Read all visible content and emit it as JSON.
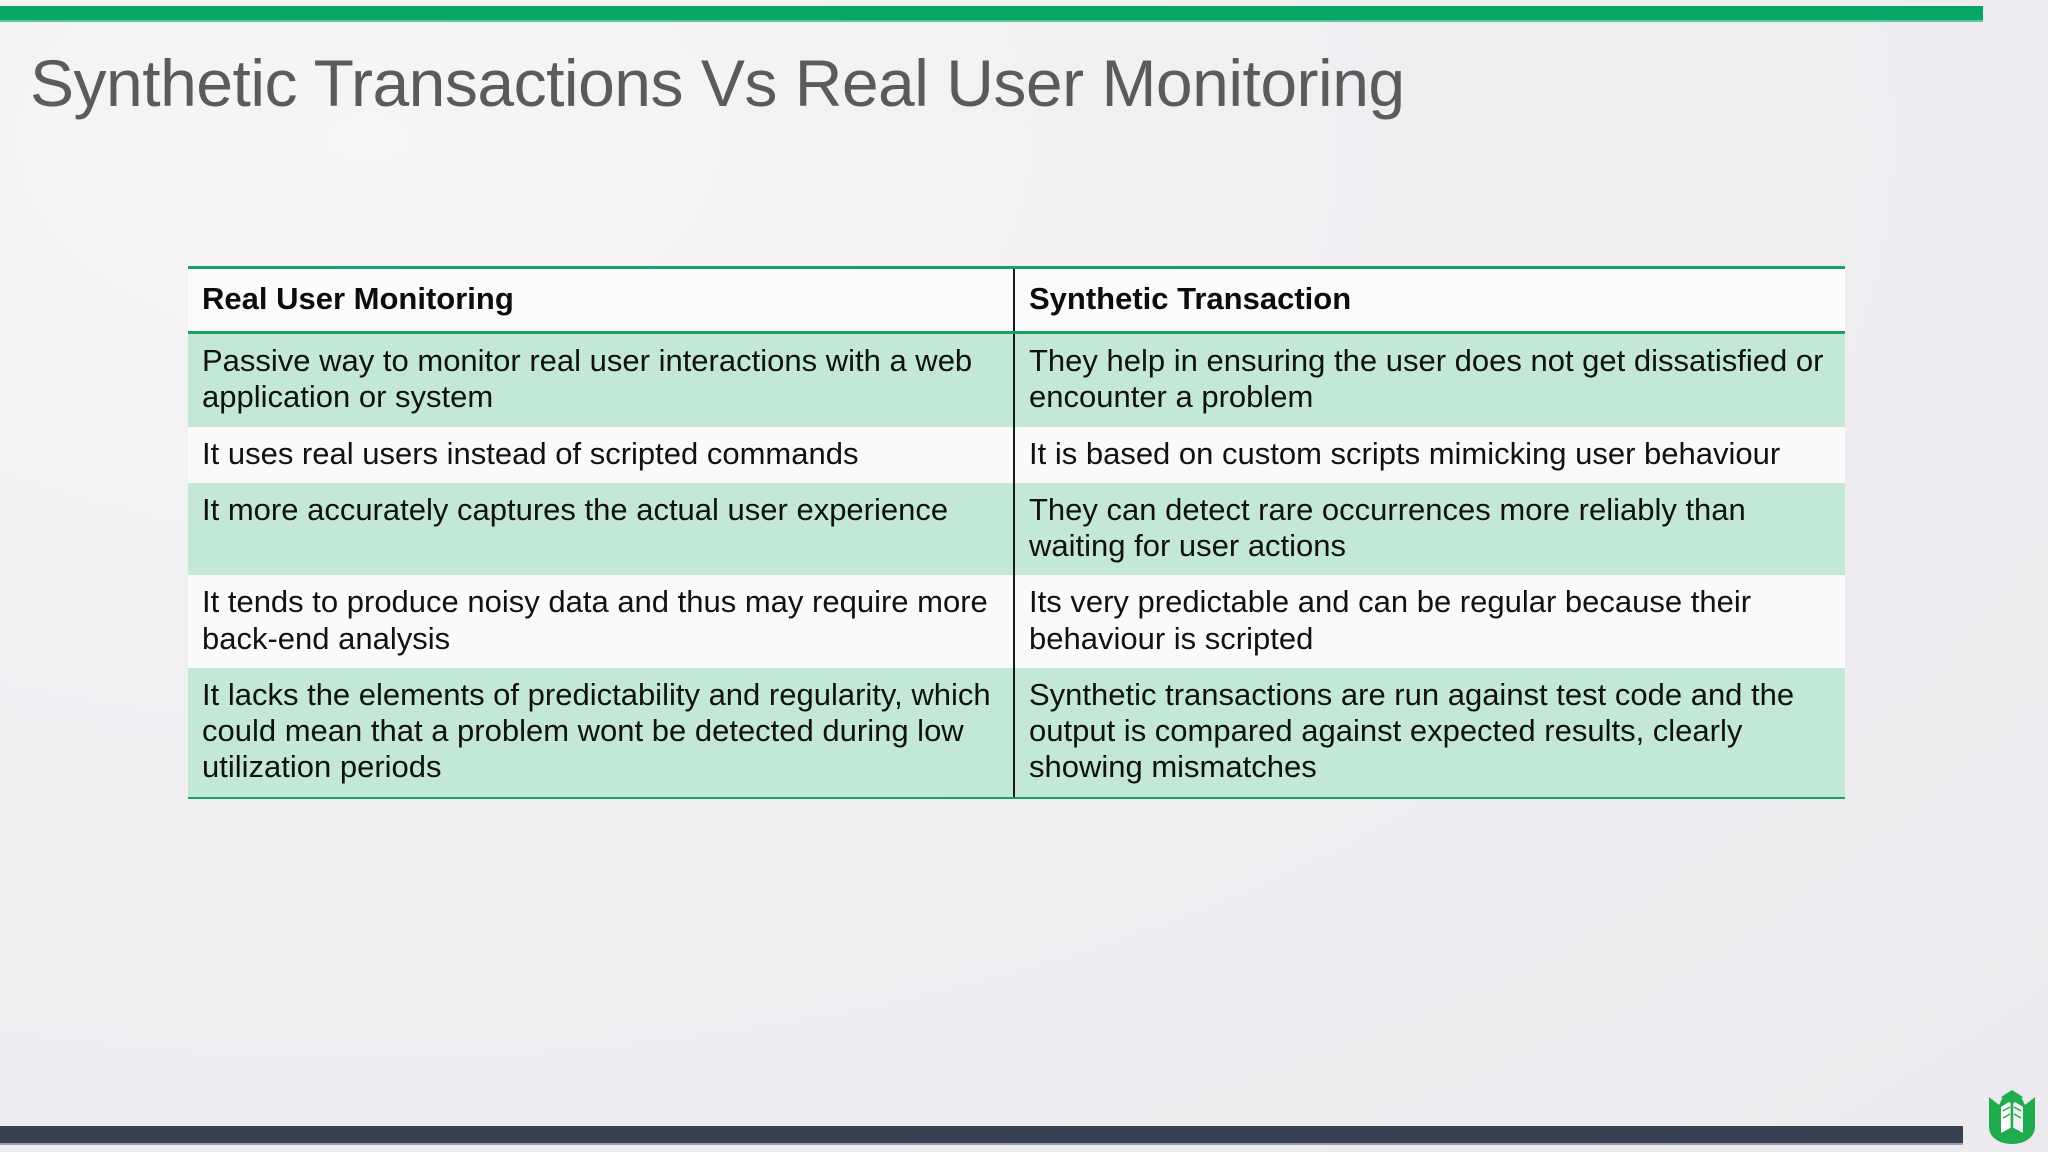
{
  "slide": {
    "title": "Synthetic Transactions Vs Real User Monitoring",
    "accent_color": "#06a765",
    "accent_color_dark": "#19a06a",
    "row_shade_color": "#c3e8d6",
    "row_plain_color": "#fafafb",
    "footer_bar_color": "#374152",
    "background_color": "#f1f0f3",
    "title_color": "#5b5b5b"
  },
  "table": {
    "headers": [
      "Real User Monitoring",
      "Synthetic Transaction"
    ],
    "rows": [
      {
        "shaded": true,
        "cells": [
          "Passive way to monitor real user interactions with a web application or system",
          "They help in ensuring the user does not get dissatisfied or encounter a problem"
        ]
      },
      {
        "shaded": false,
        "cells": [
          "It uses real users instead of scripted commands",
          "It is based on custom scripts mimicking user behaviour"
        ]
      },
      {
        "shaded": true,
        "cells": [
          "It more accurately captures the actual user experience",
          "They can detect rare occurrences more reliably than waiting for user actions"
        ]
      },
      {
        "shaded": false,
        "cells": [
          "It tends to produce noisy data and thus may require more back-end analysis",
          "Its very predictable and can be regular because their behaviour is scripted"
        ]
      },
      {
        "shaded": true,
        "cells": [
          "It lacks the elements of predictability and regularity, which could mean that a problem wont be detected during low utilization periods",
          "Synthetic transactions are run against test code and the output is compared against expected results, clearly showing mismatches"
        ]
      }
    ]
  },
  "footer": {
    "logo_icon": "open-book-logo-icon",
    "logo_color": "#21ab4f"
  }
}
